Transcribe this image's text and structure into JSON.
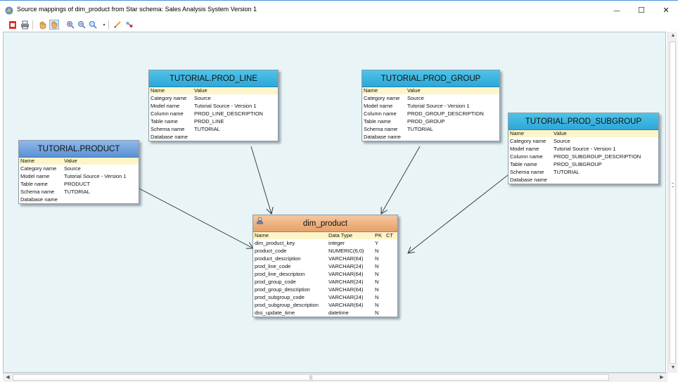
{
  "window": {
    "title": "Source mappings of dim_product from Star schema: Sales Analysis System Version 1",
    "minimize_glyph": "—",
    "maximize_glyph": "☐",
    "close_glyph": "✕"
  },
  "toolbar": {
    "icons": [
      "pdf-icon",
      "print-icon",
      "hand-pan-icon",
      "hand-select-icon",
      "zoom-in-icon",
      "zoom-out-icon",
      "zoom-icon",
      "dropdown-arrow-icon",
      "pen-icon",
      "link-icon"
    ]
  },
  "canvas": {
    "background": "#e8f4f6"
  },
  "source_tables": [
    {
      "name": "TUTORIAL.PRODUCT",
      "header_color": "#6f9fdc",
      "columns": [
        "Name",
        "Value"
      ],
      "rows": [
        [
          "Category name",
          "Source"
        ],
        [
          "Model name",
          "Tutorial Source - Version 1"
        ],
        [
          "Table name",
          "PRODUCT"
        ],
        [
          "Schema name",
          "TUTORIAL"
        ],
        [
          "Database name",
          ""
        ]
      ]
    },
    {
      "name": "TUTORIAL.PROD_LINE",
      "header_color": "#38b2e0",
      "columns": [
        "Name",
        "Value"
      ],
      "rows": [
        [
          "Category name",
          "Source"
        ],
        [
          "Model name",
          "Tutorial Source - Version 1"
        ],
        [
          "Column name",
          "PROD_LINE_DESCRIPTION"
        ],
        [
          "Table name",
          "PROD_LINE"
        ],
        [
          "Schema name",
          "TUTORIAL"
        ],
        [
          "Database name",
          ""
        ]
      ]
    },
    {
      "name": "TUTORIAL.PROD_GROUP",
      "header_color": "#38b2e0",
      "columns": [
        "Name",
        "Value"
      ],
      "rows": [
        [
          "Category name",
          "Source"
        ],
        [
          "Model name",
          "Tutorial Source - Version 1"
        ],
        [
          "Column name",
          "PROD_GROUP_DESCRIPTION"
        ],
        [
          "Table name",
          "PROD_GROUP"
        ],
        [
          "Schema name",
          "TUTORIAL"
        ],
        [
          "Database name",
          ""
        ]
      ]
    },
    {
      "name": "TUTORIAL.PROD_SUBGROUP",
      "header_color": "#38b2e0",
      "columns": [
        "Name",
        "Value"
      ],
      "rows": [
        [
          "Category name",
          "Source"
        ],
        [
          "Model name",
          "Tutorial Source - Version 1"
        ],
        [
          "Column name",
          "PROD_SUBGROUP_DESCRIPTION"
        ],
        [
          "Table name",
          "PROD_SUBGROUP"
        ],
        [
          "Schema name",
          "TUTORIAL"
        ],
        [
          "Database name",
          ""
        ]
      ]
    }
  ],
  "target_table": {
    "name": "dim_product",
    "header_color": "#e9a874",
    "icon": "user-dimension-icon",
    "columns": [
      "Name",
      "Data Type",
      "PK",
      "CT"
    ],
    "rows": [
      [
        "dim_product_key",
        "integer",
        "Y",
        ""
      ],
      [
        "product_code",
        "NUMERIC(6,0)",
        "N",
        ""
      ],
      [
        "product_description",
        "VARCHAR(64)",
        "N",
        ""
      ],
      [
        "prod_line_code",
        "VARCHAR(24)",
        "N",
        ""
      ],
      [
        "prod_line_description",
        "VARCHAR(64)",
        "N",
        ""
      ],
      [
        "prod_group_code",
        "VARCHAR(24)",
        "N",
        ""
      ],
      [
        "prod_group_description",
        "VARCHAR(64)",
        "N",
        ""
      ],
      [
        "prod_subgroup_code",
        "VARCHAR(24)",
        "N",
        ""
      ],
      [
        "prod_subgroup_description",
        "VARCHAR(64)",
        "N",
        ""
      ],
      [
        "dss_update_time",
        "datetime",
        "N",
        ""
      ]
    ]
  },
  "scrollbars": {
    "h_thumb_glyph": "|||"
  }
}
